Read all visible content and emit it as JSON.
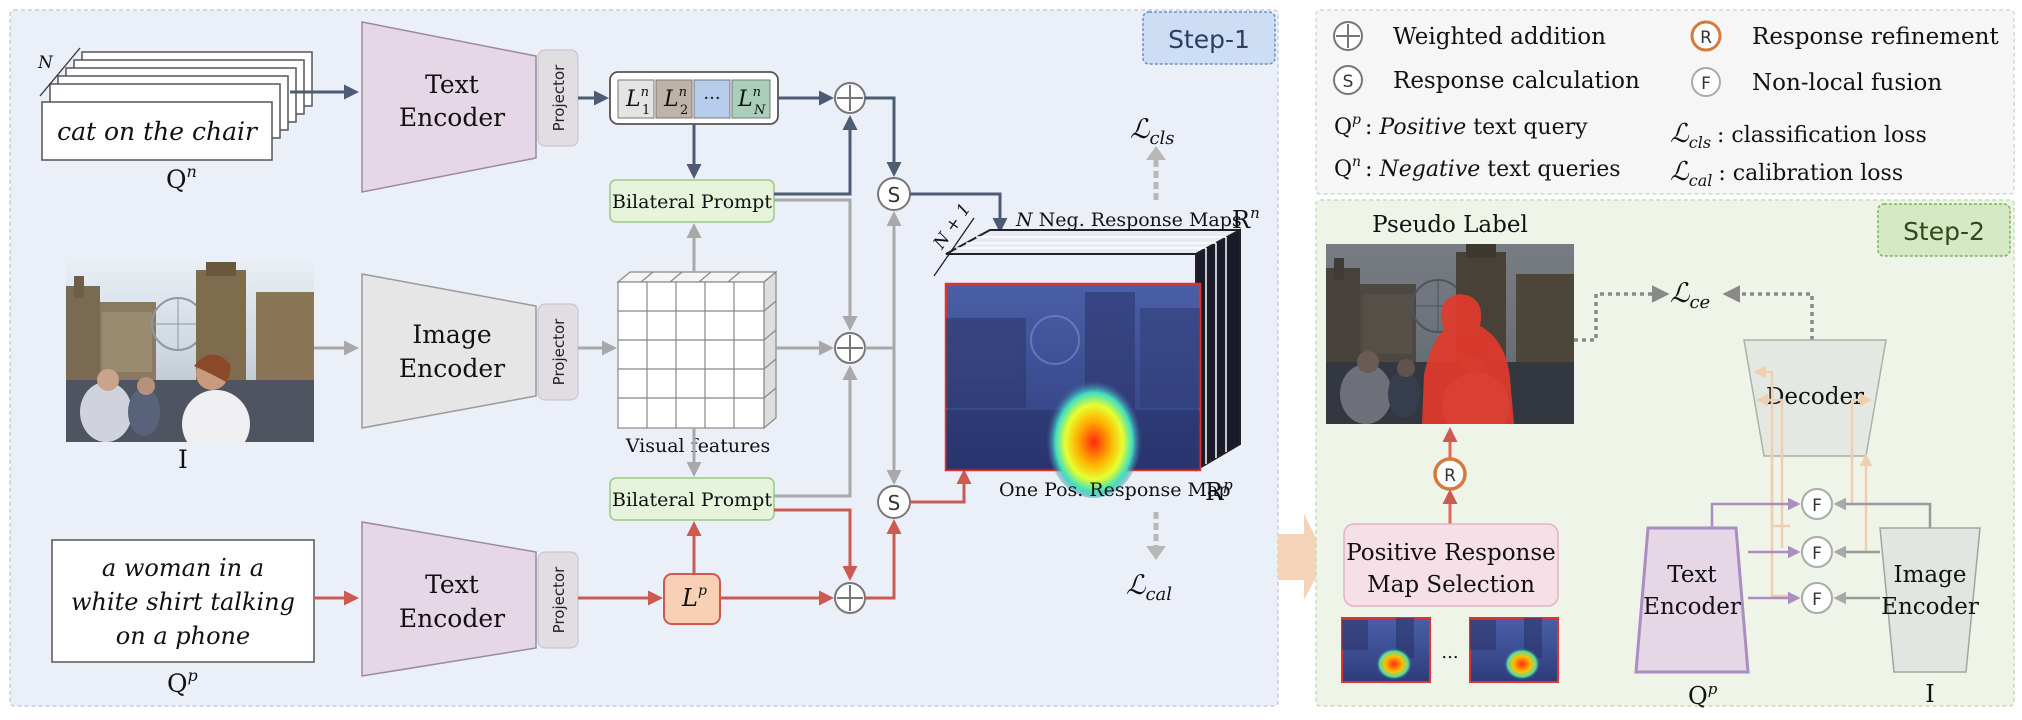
{
  "step1": {
    "tag": "Step-1"
  },
  "step2": {
    "tag": "Step-2"
  },
  "legend": {
    "weighted_addition": "Weighted addition",
    "response_calculation": "Response calculation",
    "response_refinement": "Response refinement",
    "nonlocal_fusion": "Non-local fusion",
    "pos_query_sym": "Q",
    "pos_query_sup": "p",
    "pos_query_italic": "Positive",
    "pos_query_rest": " text query",
    "neg_query_sym": "Q",
    "neg_query_sup": "n",
    "neg_query_italic": "Negative",
    "neg_query_rest": " text queries",
    "cls_loss_sym": "ℒ",
    "cls_loss_sub": "cls",
    "cls_loss_desc": ":  classification loss",
    "cal_loss_sym": "ℒ",
    "cal_loss_sub": "cal",
    "cal_loss_desc": ":  calibration loss",
    "glyph_s": "S",
    "glyph_r": "R",
    "glyph_f": "F"
  },
  "pipeline": {
    "neg_text": "cat on the chair",
    "neg_stack_label": "N",
    "neg_query_label": "Q",
    "neg_query_sup": "n",
    "text_encoder": [
      "Text",
      "Encoder"
    ],
    "image_encoder": [
      "Image",
      "Encoder"
    ],
    "projector": "Projector",
    "image_label": "I",
    "pos_text": [
      "a woman in a",
      "white shirt talking",
      "on a phone"
    ],
    "pos_query_label": "Q",
    "pos_query_sup": "p",
    "prompt_cells": [
      {
        "base": "L",
        "sup": "n",
        "sub": "1"
      },
      {
        "base": "L",
        "sup": "n",
        "sub": "2"
      },
      {
        "base": "···",
        "sup": "",
        "sub": ""
      },
      {
        "base": "L",
        "sup": "n",
        "sub": "N"
      }
    ],
    "bilateral_prompt": "Bilateral Prompt",
    "visual_features": "Visual features",
    "lp_base": "L",
    "lp_sup": "p",
    "neg_maps_n": "N",
    "neg_maps_label": " Neg. Response Maps",
    "neg_maps_sym": "R",
    "neg_maps_sup": "n",
    "stack_count": "N + 1",
    "pos_map_label": "One Pos. Response Map",
    "pos_map_sym": "R",
    "pos_map_sup": "p",
    "loss_cls_sym": "ℒ",
    "loss_cls_sub": "cls",
    "loss_cal_sym": "ℒ",
    "loss_cal_sub": "cal"
  },
  "refine": {
    "pseudo_label": "Pseudo Label",
    "selection": [
      "Positive Response",
      "Map Selection"
    ],
    "ellipsis": "...",
    "loss_ce_sym": "ℒ",
    "loss_ce_sub": "ce",
    "decoder": "Decoder",
    "text_encoder": [
      "Text",
      "Encoder"
    ],
    "image_encoder": [
      "Image",
      "Encoder"
    ],
    "qp_label": "Q",
    "qp_sup": "p",
    "i_label": "I"
  },
  "colors": {
    "step1_bg": "#ebeff8",
    "step2_bg": "#eef4e8",
    "legend_bg": "#f6f6f6",
    "text_encoder_fill": "#e5d7e6",
    "image_encoder_fill": "#e6e6e6",
    "neg_arrow": "#4d5b73",
    "pos_arrow": "#cc5a52",
    "gray_arrow": "#a8a8a8",
    "prompt_green": "#e6f4dc",
    "step1_tag": "#cdddf3",
    "step2_tag": "#d5eac4",
    "decoder_fill": "#e3e9e2",
    "refine_purple": "#ab8dc1",
    "refine_peach": "#efcfb0"
  }
}
